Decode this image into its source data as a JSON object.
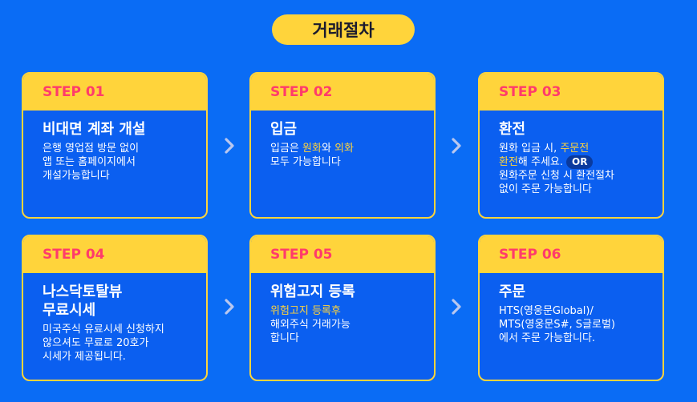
{
  "title": "거래절차",
  "steps": [
    {
      "label": "STEP 01",
      "title": "비대면 계좌 개설",
      "desc": [
        "은행 영업점 방문 없이",
        "앱 또는 홈페이지에서",
        "개설가능합니다"
      ]
    },
    {
      "label": "STEP 02",
      "title": "입금",
      "desc_l1_a": "입금은 ",
      "desc_l1_b": "원화",
      "desc_l1_c": "와 ",
      "desc_l1_d": "외화",
      "desc_l2": "모두 가능합니다"
    },
    {
      "label": "STEP 03",
      "title": "환전",
      "desc_l1_a": "원화 입금 시, ",
      "desc_l1_b": "주문전",
      "desc_l2_a": "환전",
      "desc_l2_b": "해 주세요.",
      "or_label": "OR",
      "desc_l3": "원화주문 신청 시 환전절차",
      "desc_l4": "없이 주문 가능합니다"
    },
    {
      "label": "STEP 04",
      "title": [
        "나스닥토탈뷰",
        "무료시세"
      ],
      "desc": [
        "미국주식 유료시세 신청하지",
        "않으셔도 무료로 20호가",
        "시세가 제공됩니다."
      ]
    },
    {
      "label": "STEP 05",
      "title": "위험고지 등록",
      "desc_l1": "위험고지 등록후",
      "desc_l2": "해외주식 거래가능",
      "desc_l3": "합니다"
    },
    {
      "label": "STEP 06",
      "title": "주문",
      "desc": [
        "HTS(영웅문Global)/",
        "MTS(영웅문S#, S글로벌)",
        "에서 주문 가능합니다."
      ]
    }
  ],
  "colors": {
    "background": "#0a6cf5",
    "accent": "#ffd43b",
    "step_label": "#ff3b6b"
  },
  "icons": {
    "arrow": "chevron-right-icon"
  }
}
